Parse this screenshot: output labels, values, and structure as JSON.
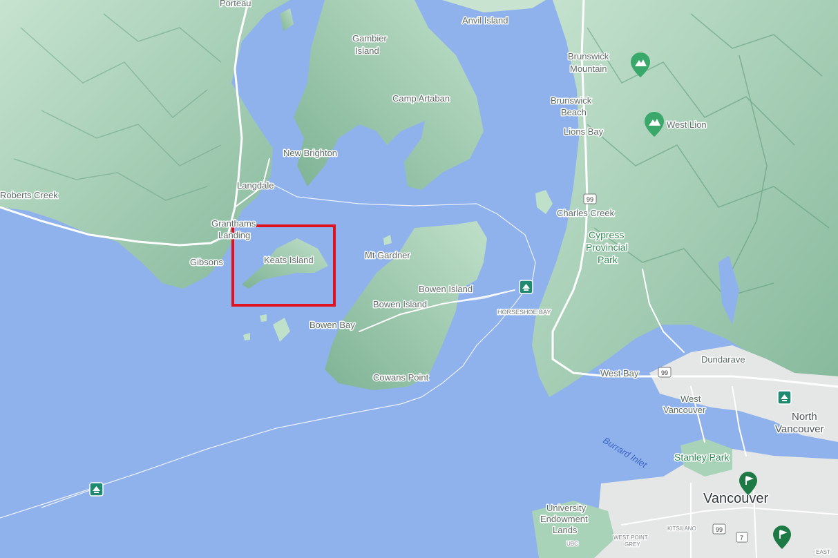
{
  "map": {
    "colors": {
      "water": "#8fb2ec",
      "land": "#a9d3b8",
      "land_dark": "#77ad8f",
      "urban": "#e5e6e6",
      "road": "#ffffff",
      "ferry": "#f2f5fb",
      "park_marker": "#2e8b57",
      "highlight_box": "#e0121f"
    },
    "labels": {
      "porteau": "Porteau",
      "anvil_island": "Anvil Island",
      "gambier_island": "Gambier\nIsland",
      "camp_artaban": "Camp Artaban",
      "new_brighton": "New Brighton",
      "roberts_creek": "Roberts Creek",
      "langdale": "Langdale",
      "granthams_landing": "Granthams\nLanding",
      "gibsons": "Gibsons",
      "keats_island": "Keats Island",
      "mt_gardner": "Mt Gardner",
      "bowen_island_upper": "Bowen Island",
      "bowen_island_lower": "Bowen Island",
      "bowen_bay": "Bowen Bay",
      "cowans_point": "Cowans Point",
      "horseshoe_bay": "HORSESHOE BAY",
      "brunswick_mountain": "Brunswick\nMountain",
      "brunswick_beach": "Brunswick\nBeach",
      "lions_bay": "Lions Bay",
      "west_lion": "West Lion",
      "charles_creek": "Charles Creek",
      "cypress_park": "Cypress\nProvincial\nPark",
      "dundarave": "Dundarave",
      "west_bay": "West Bay",
      "west_vancouver": "West\nVancouver",
      "north_vancouver": "North\nVancouver",
      "burrard_inlet": "Burrard Inlet",
      "stanley_park": "Stanley Park",
      "vancouver": "Vancouver",
      "university_endowment_lands": "University\nEndowment\nLands",
      "ubc": "UBC",
      "kitsilano": "KITSILANO",
      "west_point_grey": "WEST POINT\nGREY",
      "east": "EAST"
    },
    "highway_shields": {
      "hwy_99_north": "99",
      "hwy_99_west_bay": "99",
      "hwy_99_kits": "99",
      "hwy_7": "7"
    },
    "markers": {
      "ferry_terminal_horseshoe": "ferry-terminal-icon",
      "ferry_terminal_open_water": "ferry-terminal-icon",
      "ferry_terminal_lonsdale": "ferry-terminal-icon",
      "brunswick_mountain_peak": "mountain-peak-icon",
      "west_lion_peak": "mountain-peak-icon",
      "vancouver_park_pin": "park-flag-pin-icon",
      "east_park_pin": "park-flag-pin-icon"
    },
    "highlight": "Keats Island"
  }
}
